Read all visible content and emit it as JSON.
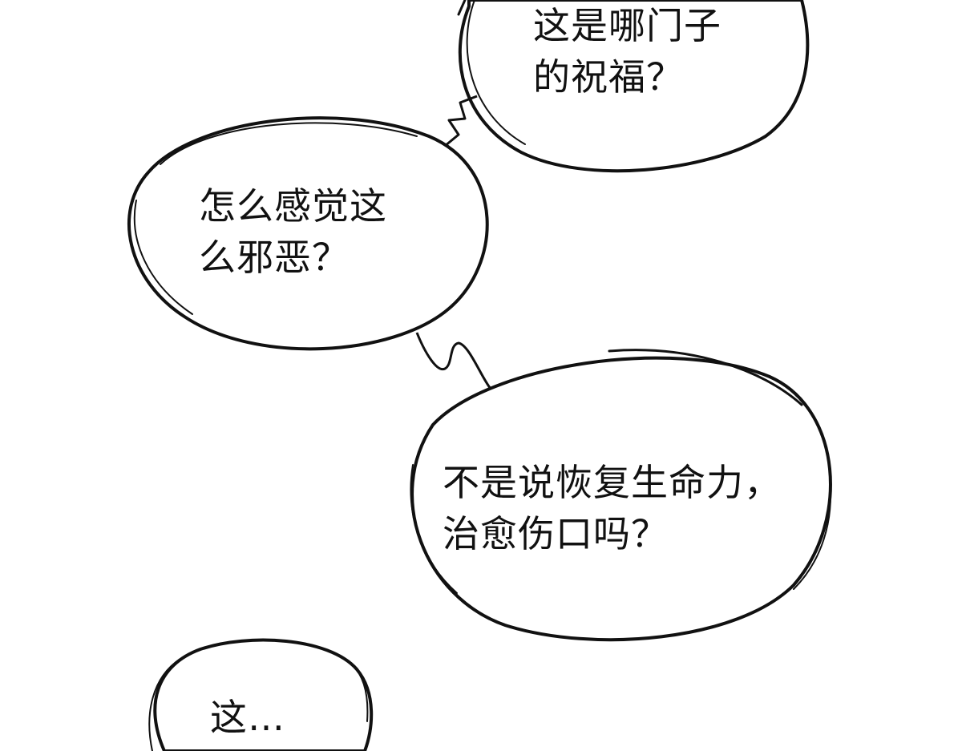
{
  "bubbles": [
    {
      "lines": [
        "这是哪门子",
        "的祝福？"
      ]
    },
    {
      "lines": [
        "怎么感觉这",
        "么邪恶？"
      ]
    },
    {
      "lines": [
        "不是说恢复生命力，",
        "治愈伤口吗？"
      ]
    },
    {
      "lines": [
        "这…"
      ]
    }
  ],
  "colors": {
    "ink": "#111111",
    "paper": "#ffffff"
  }
}
